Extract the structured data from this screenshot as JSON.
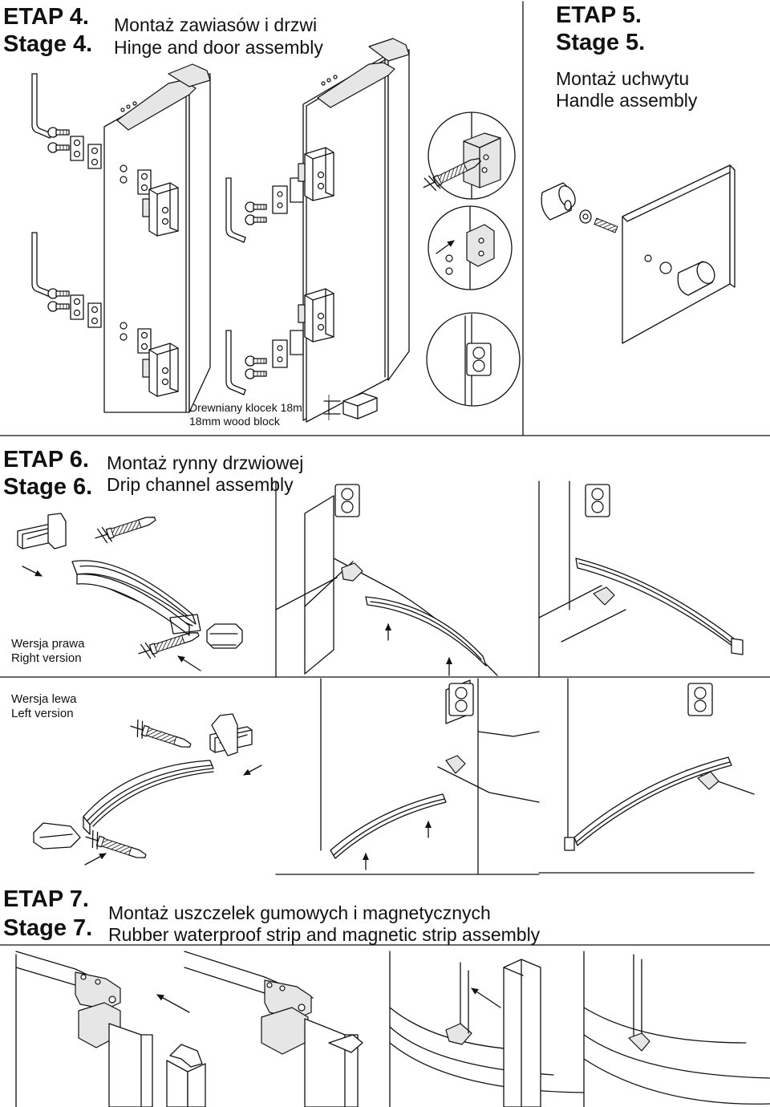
{
  "stage4": {
    "etap": "ETAP 4.",
    "stage": "Stage 4.",
    "title_pl": "Montaż zawiasów i drzwi",
    "title_en": "Hinge and door assembly",
    "note_pl": "Drewniany klocek 18mm",
    "note_en": "18mm wood block"
  },
  "stage5": {
    "etap": "ETAP 5.",
    "stage": "Stage 5.",
    "title_pl": "Montaż uchwytu",
    "title_en": "Handle assembly"
  },
  "stage6": {
    "etap": "ETAP 6.",
    "stage": "Stage 6.",
    "title_pl": "Montaż rynny drzwiowej",
    "title_en": "Drip channel assembly",
    "right_pl": "Wersja prawa",
    "right_en": "Right version",
    "left_pl": "Wersja lewa",
    "left_en": "Left version"
  },
  "stage7": {
    "etap": "ETAP 7.",
    "stage": "Stage 7.",
    "title_pl": "Montaż uszczelek gumowych i magnetycznych",
    "title_en": "Rubber waterproof strip and magnetic strip assembly"
  }
}
